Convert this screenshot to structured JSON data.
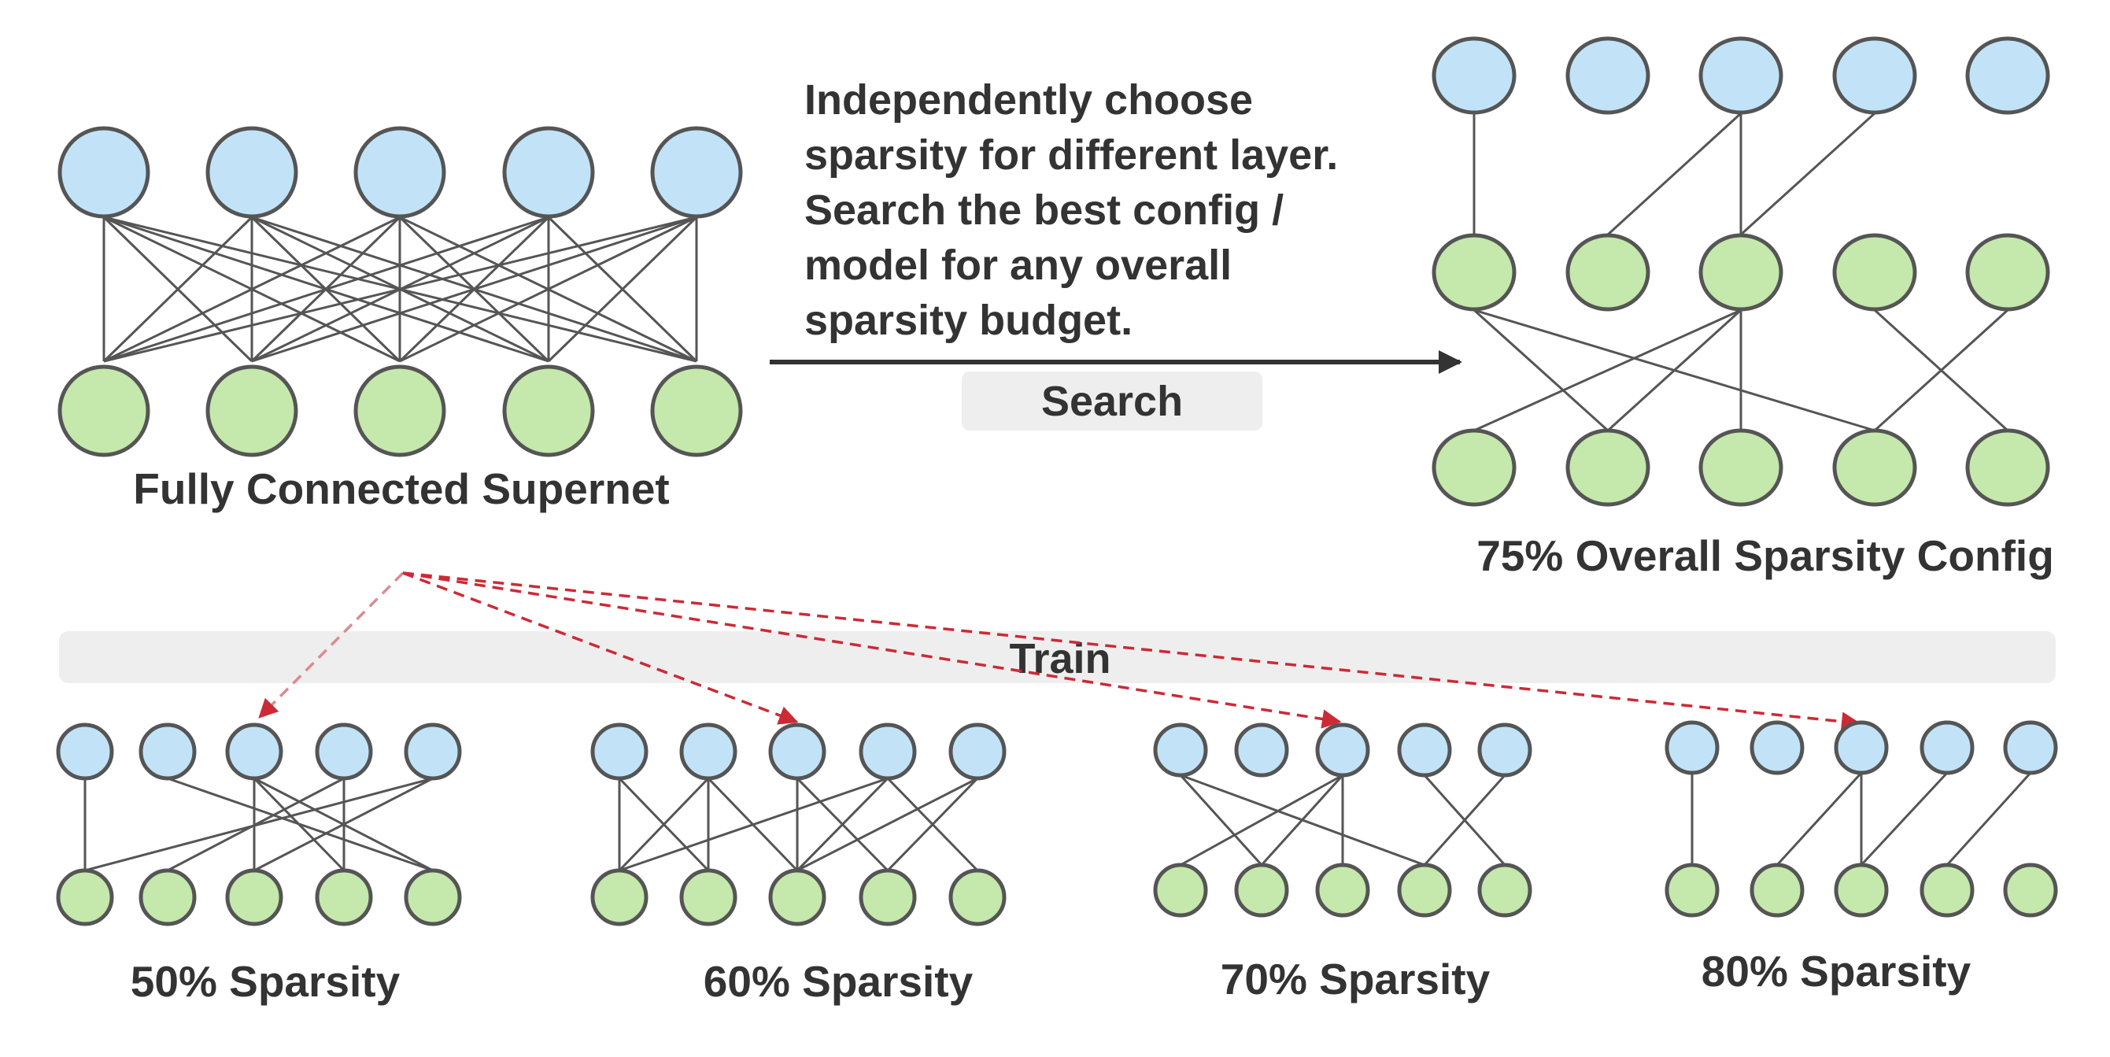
{
  "supernet": {
    "label": "Fully Connected Supernet"
  },
  "search": {
    "description": [
      "Independently choose",
      "sparsity for different layer.",
      "Search the best config /",
      "model for any overall",
      "sparsity budget."
    ],
    "button_label": "Search"
  },
  "result": {
    "label": "75% Overall Sparsity Config"
  },
  "train": {
    "label": "Train"
  },
  "subnets": [
    {
      "label": "50% Sparsity"
    },
    {
      "label": "60% Sparsity"
    },
    {
      "label": "70% Sparsity"
    },
    {
      "label": "80% Sparsity"
    }
  ],
  "colors": {
    "input_node": "#c2e3f7",
    "hidden_node": "#c5e8ac",
    "edge": "#555555",
    "arrow_dashed": "#cc2a36"
  }
}
